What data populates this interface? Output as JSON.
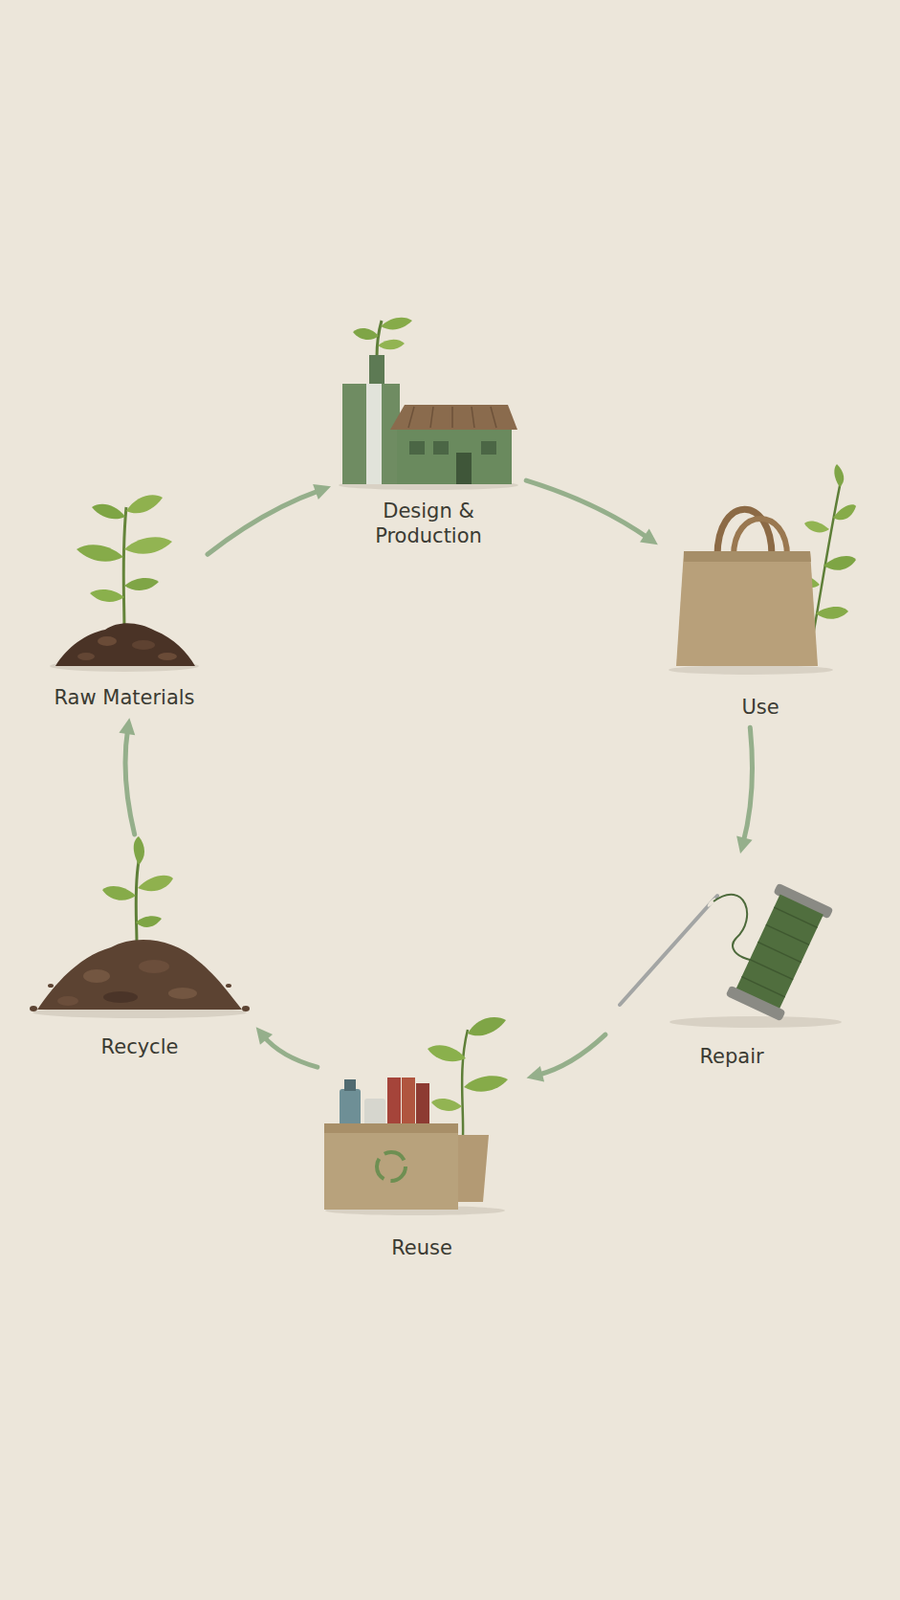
{
  "diagram": {
    "nodes": [
      {
        "text": [
          "Raw Materials"
        ]
      },
      {
        "text": [
          "Design & Production"
        ]
      },
      {
        "text": [
          "Use"
        ]
      },
      {
        "text": [
          "Repair"
        ]
      },
      {
        "text": [
          "Reuse"
        ]
      },
      {
        "text": [
          "Recycle"
        ]
      }
    ],
    "edges": [
      {
        "from": 0,
        "to": 1,
        "arrow": "to"
      },
      {
        "from": 1,
        "to": 2,
        "arrow": "to"
      },
      {
        "from": 2,
        "to": 3,
        "arrow": "to"
      },
      {
        "from": 3,
        "to": 4,
        "arrow": "to"
      },
      {
        "from": 4,
        "to": 5,
        "arrow": "to"
      },
      {
        "from": 5,
        "to": 0,
        "arrow": "to"
      }
    ]
  }
}
